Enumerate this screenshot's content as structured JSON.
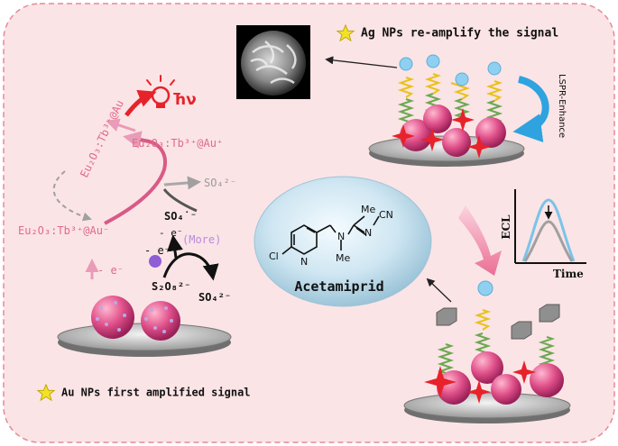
{
  "labels": {
    "ag_note": "Ag NPs re-amplify the signal",
    "au_note": "Au NPs first amplified signal",
    "lspr": "LSPR-Enhance",
    "ecl": "ECL",
    "time": "Time",
    "hv": "hν",
    "eu_left": "Eu₂O₃:Tb³⁺@Au",
    "eu_plus": "Eu₂O₃:Tb³⁺@Au⁺",
    "eu_minus": "Eu₂O₃:Tb³⁺@Au⁻",
    "so4_dianion_top": "SO₄²⁻",
    "so4_radical": "SO₄˙⁻",
    "s2o8": "S₂O₈²⁻",
    "so4_dianion_bottom": "SO₄²⁻",
    "more": "(More)",
    "e_minus_a": "- e⁻",
    "e_minus_b": "- e⁻",
    "e_minus_c": "- e⁻",
    "molecule_name": "Acetamiprid",
    "atom_cl": "Cl",
    "atom_n_ring": "N",
    "atom_n_amine": "N",
    "atom_me_upper": "Me",
    "atom_me_lower": "Me",
    "atom_n_imine": "N",
    "atom_cn": "CN"
  },
  "colors": {
    "background_panel": "#fbe4e6",
    "border_dash": "#e38c95",
    "pink_text": "#e06a8a",
    "red_arrow": "#e8222a",
    "cycle_arrow": "#c0507a",
    "blue_arrow": "#2ea3e0",
    "big_pink_arrow": "#f08aa8",
    "nanoparticle": "#e0508a",
    "spring_green": "#6aa84f",
    "spring_yellow": "#e8c21a",
    "antibody_blue": "#8fd0f0",
    "star_red": "#e8222a",
    "star_yellow": "#f2e02a"
  },
  "icons": [
    "bulb-icon",
    "star-icon",
    "sparkle-icon",
    "sem-image",
    "electrode-icon"
  ]
}
